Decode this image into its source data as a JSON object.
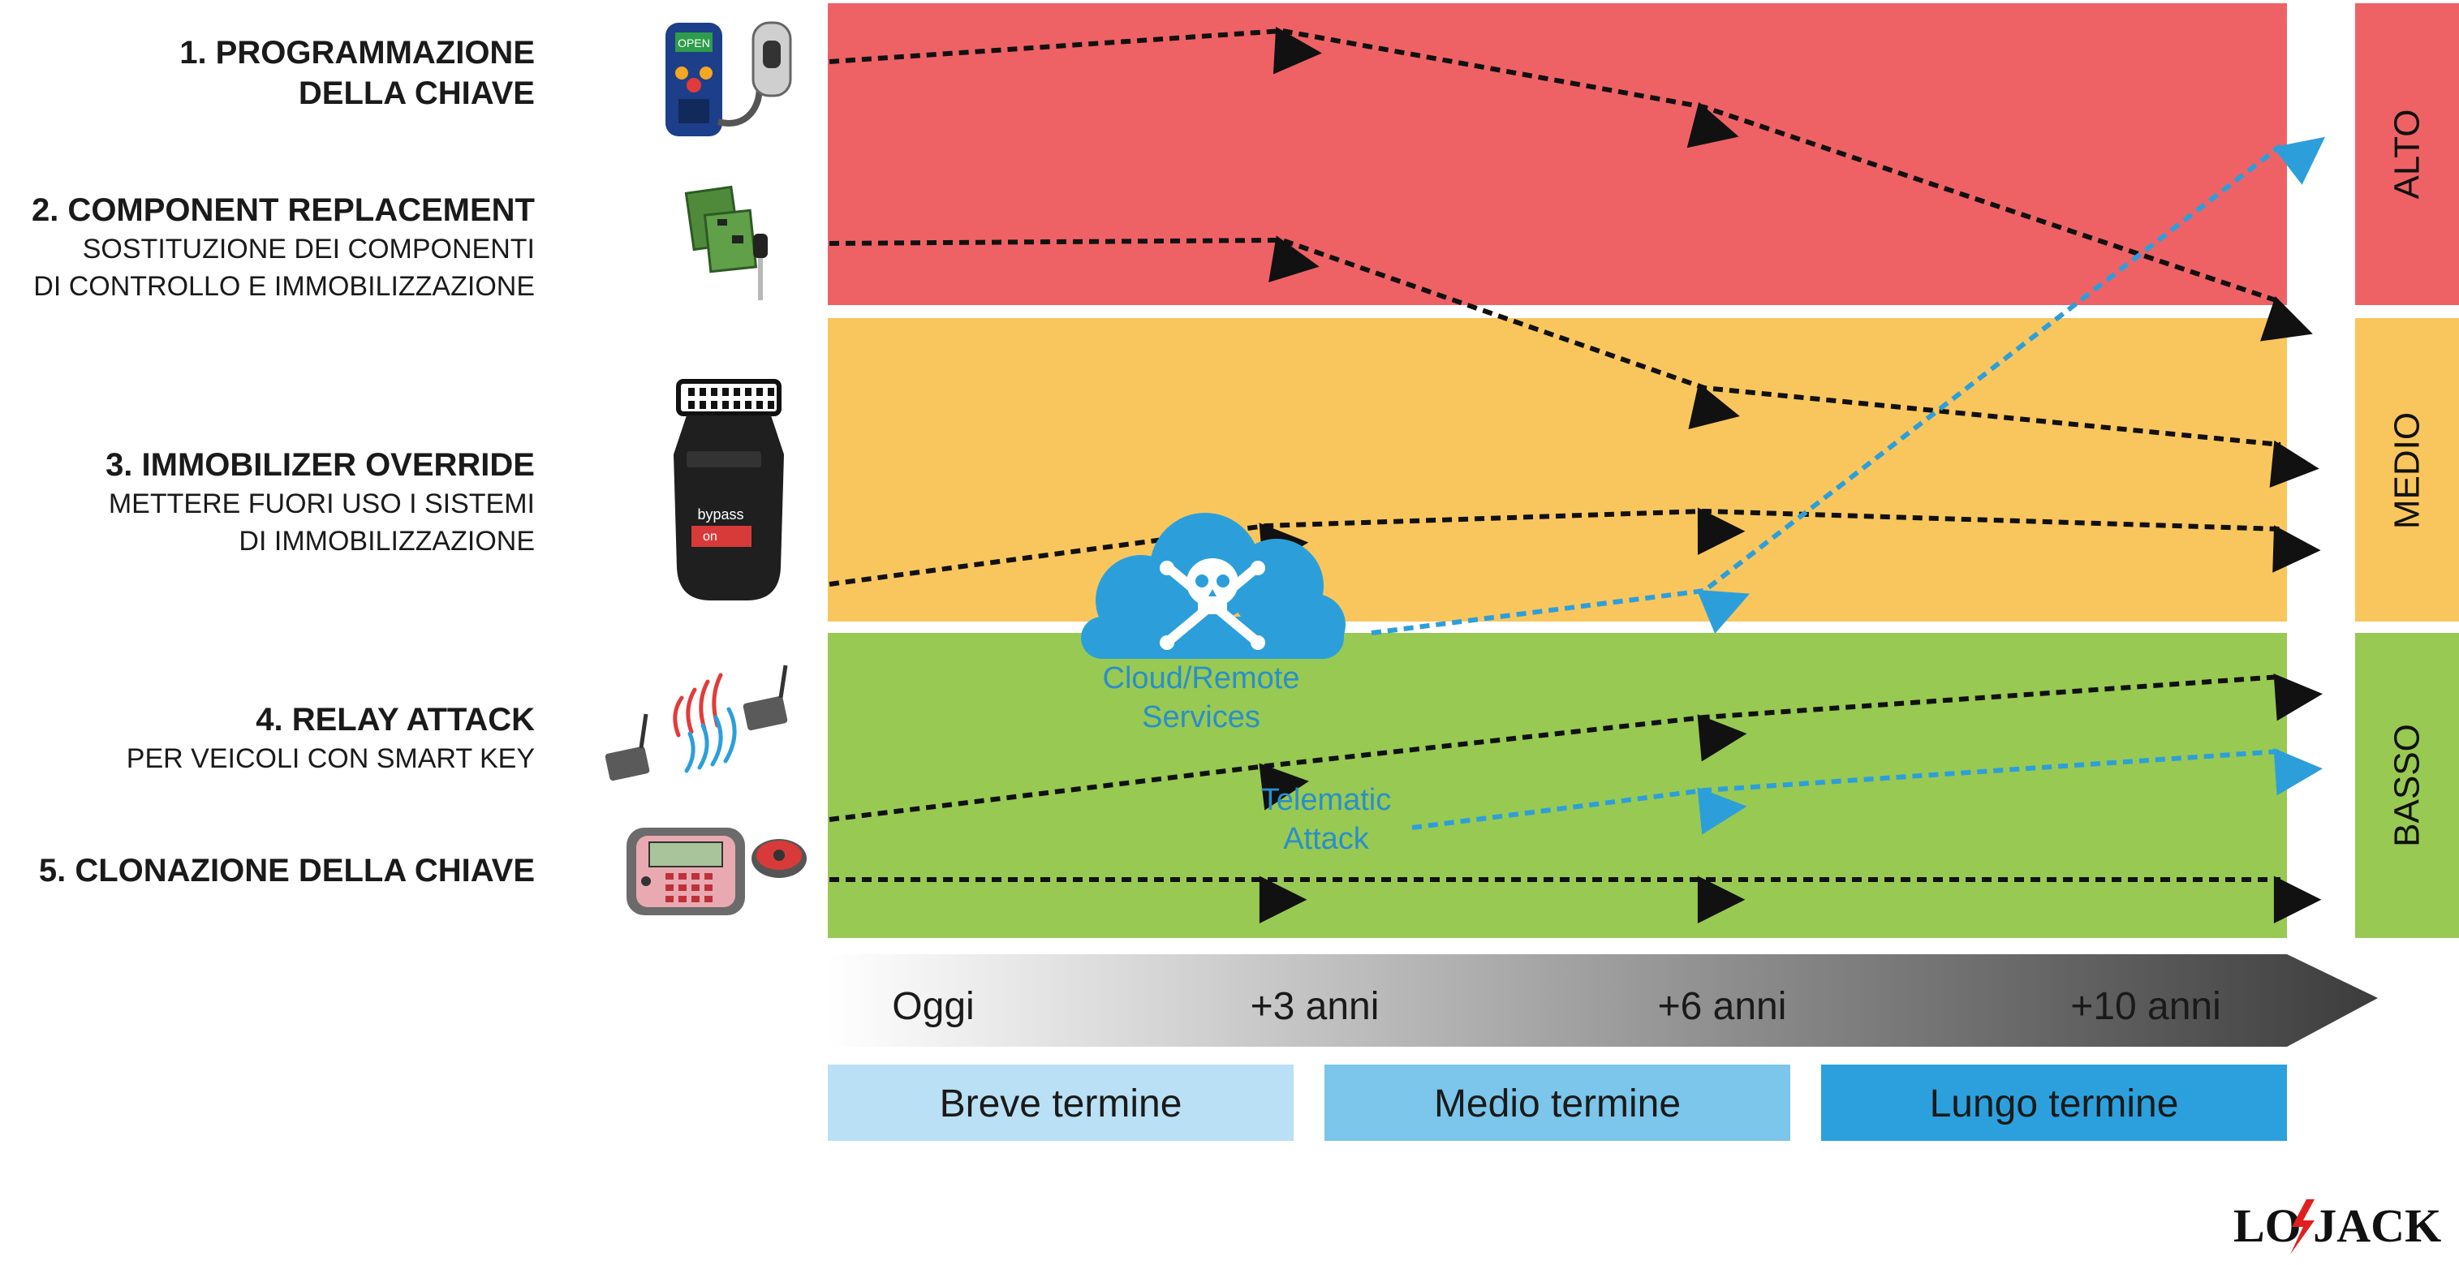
{
  "threats": [
    {
      "title_lines": [
        "1. PROGRAMMAZIONE",
        "DELLA CHIAVE"
      ],
      "subtitle_lines": [],
      "icon": "key-programmer-icon"
    },
    {
      "title_lines": [
        "2. COMPONENT REPLACEMENT"
      ],
      "subtitle_lines": [
        "SOSTITUZIONE DEI COMPONENTI",
        "DI CONTROLLO E IMMOBILIZZAZIONE"
      ],
      "icon": "circuit-board-key-icon"
    },
    {
      "title_lines": [
        "3. IMMOBILIZER OVERRIDE"
      ],
      "subtitle_lines": [
        "METTERE FUORI USO I SISTEMI",
        "DI IMMOBILIZZAZIONE"
      ],
      "icon": "obd-bypass-device-icon"
    },
    {
      "title_lines": [
        "4. RELAY ATTACK"
      ],
      "subtitle_lines": [
        "PER VEICOLI CON SMART KEY"
      ],
      "icon": "relay-antenna-icon"
    },
    {
      "title_lines": [
        "5. CLONAZIONE DELLA CHIAVE"
      ],
      "subtitle_lines": [],
      "icon": "key-cloner-icon"
    }
  ],
  "device_labels": {
    "programmer_screen": "OPEN",
    "bypass_label": "bypass",
    "bypass_on": "on"
  },
  "risk_levels": [
    {
      "label": "ALTO",
      "color": "#ee6266"
    },
    {
      "label": "MEDIO",
      "color": "#f9c65d"
    },
    {
      "label": "BASSO",
      "color": "#98c952"
    }
  ],
  "timeline": {
    "ticks": [
      "Oggi",
      "+3 anni",
      "+6 anni",
      "+10 anni"
    ],
    "terms": [
      {
        "label": "Breve termine",
        "color": "#b9e0f4"
      },
      {
        "label": "Medio termine",
        "color": "#7bc6ea"
      },
      {
        "label": "Lungo termine",
        "color": "#2ca0dc"
      }
    ]
  },
  "annotations": {
    "cloud_lines": [
      "Cloud/Remote",
      "Services"
    ],
    "telematic_lines": [
      "Telematic",
      "Attack"
    ]
  },
  "colors": {
    "trend_line": "#111111",
    "emerging_line": "#2c9fdb",
    "label_blue": "#2a8fc9"
  },
  "brand": {
    "logo_text": "LO JACK"
  }
}
